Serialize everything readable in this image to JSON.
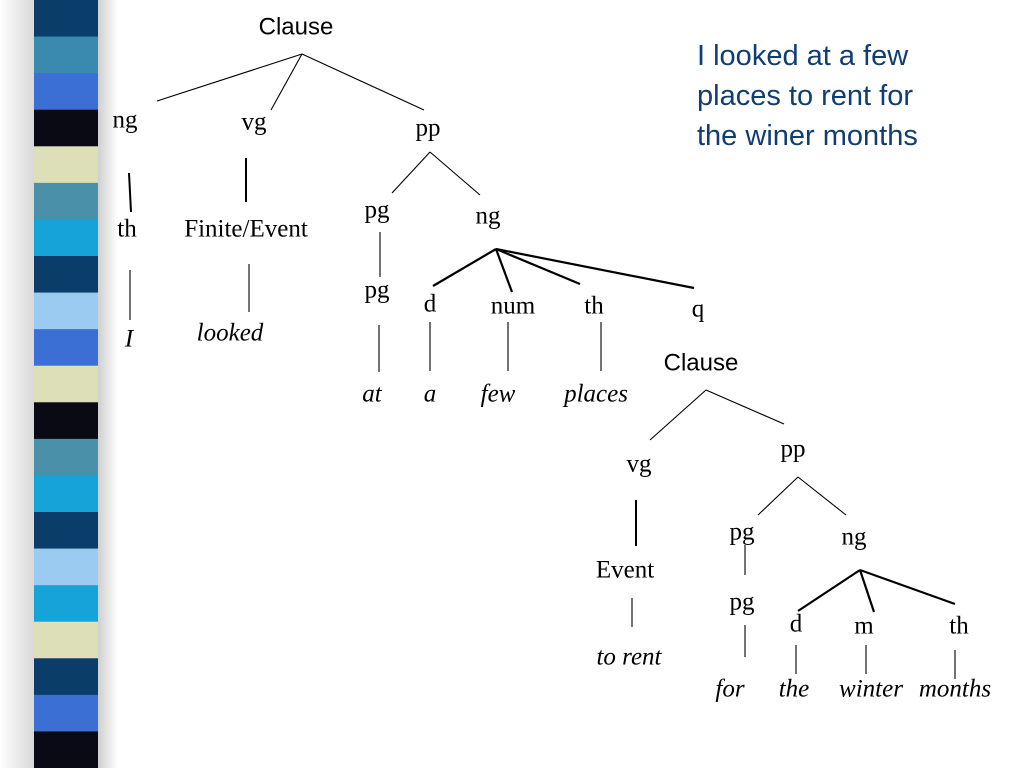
{
  "sentence_lines": [
    "I looked at a few",
    "places to rent for",
    "the winer months"
  ],
  "strip_colors": [
    "#0a3d6a",
    "#3a8ab0",
    "#3b6fd4",
    "#0a0a14",
    "#dddfb8",
    "#4a90a8",
    "#16a4d8",
    "#0a3d6a",
    "#9ccbf2",
    "#3b6fd4",
    "#dddfb8",
    "#0a0a14",
    "#4a90a8",
    "#16a4d8",
    "#0a3d6a",
    "#9ccbf2",
    "#16a4d8",
    "#dddfb8",
    "#0a3d6a",
    "#3b6fd4",
    "#0a0a14"
  ],
  "nodes": [
    {
      "id": "clause-1",
      "text": "Clause",
      "style": "sans"
    },
    {
      "id": "ng-1",
      "text": "ng",
      "style": "serif"
    },
    {
      "id": "vg-1",
      "text": "vg",
      "style": "serif"
    },
    {
      "id": "pp-1",
      "text": "pp",
      "style": "serif"
    },
    {
      "id": "th-1",
      "text": "th",
      "style": "serif"
    },
    {
      "id": "finite-event",
      "text": "Finite/Event",
      "style": "serif"
    },
    {
      "id": "word-I",
      "text": "I",
      "style": "italic"
    },
    {
      "id": "word-looked",
      "text": "looked",
      "style": "italic"
    },
    {
      "id": "pg-1",
      "text": "pg",
      "style": "serif"
    },
    {
      "id": "ng-2",
      "text": "ng",
      "style": "serif"
    },
    {
      "id": "pg-2",
      "text": "pg",
      "style": "serif"
    },
    {
      "id": "d-1",
      "text": "d",
      "style": "serif"
    },
    {
      "id": "num-1",
      "text": "num",
      "style": "serif"
    },
    {
      "id": "th-2",
      "text": "th",
      "style": "serif"
    },
    {
      "id": "q-1",
      "text": "q",
      "style": "serif"
    },
    {
      "id": "word-at",
      "text": "at",
      "style": "italic"
    },
    {
      "id": "word-a",
      "text": "a",
      "style": "italic"
    },
    {
      "id": "word-few",
      "text": "few",
      "style": "italic"
    },
    {
      "id": "word-places",
      "text": "places",
      "style": "italic"
    },
    {
      "id": "clause-2",
      "text": "Clause",
      "style": "sans"
    },
    {
      "id": "vg-2",
      "text": "vg",
      "style": "serif"
    },
    {
      "id": "pp-2",
      "text": "pp",
      "style": "serif"
    },
    {
      "id": "event",
      "text": "Event",
      "style": "serif"
    },
    {
      "id": "pg-3",
      "text": "pg",
      "style": "serif"
    },
    {
      "id": "ng-3",
      "text": "ng",
      "style": "serif"
    },
    {
      "id": "word-to-rent",
      "text": "to rent",
      "style": "italic"
    },
    {
      "id": "pg-4",
      "text": "pg",
      "style": "serif"
    },
    {
      "id": "d-2",
      "text": "d",
      "style": "serif"
    },
    {
      "id": "m-1",
      "text": "m",
      "style": "serif"
    },
    {
      "id": "th-3",
      "text": "th",
      "style": "serif"
    },
    {
      "id": "word-for",
      "text": "for",
      "style": "italic"
    },
    {
      "id": "word-the",
      "text": "the",
      "style": "italic"
    },
    {
      "id": "word-winter",
      "text": "winter",
      "style": "italic"
    },
    {
      "id": "word-months",
      "text": "months",
      "style": "italic"
    }
  ],
  "edges": [
    [
      "clause-1",
      "ng-1"
    ],
    [
      "clause-1",
      "vg-1"
    ],
    [
      "clause-1",
      "pp-1"
    ],
    [
      "ng-1",
      "th-1"
    ],
    [
      "th-1",
      "word-I"
    ],
    [
      "vg-1",
      "finite-event"
    ],
    [
      "finite-event",
      "word-looked"
    ],
    [
      "pp-1",
      "pg-1"
    ],
    [
      "pp-1",
      "ng-2"
    ],
    [
      "pg-1",
      "pg-2"
    ],
    [
      "pg-2",
      "word-at"
    ],
    [
      "ng-2",
      "d-1"
    ],
    [
      "ng-2",
      "num-1"
    ],
    [
      "ng-2",
      "th-2"
    ],
    [
      "ng-2",
      "q-1"
    ],
    [
      "d-1",
      "word-a"
    ],
    [
      "num-1",
      "word-few"
    ],
    [
      "th-2",
      "word-places"
    ],
    [
      "clause-2",
      "vg-2"
    ],
    [
      "clause-2",
      "pp-2"
    ],
    [
      "vg-2",
      "event"
    ],
    [
      "event",
      "word-to-rent"
    ],
    [
      "pp-2",
      "pg-3"
    ],
    [
      "pp-2",
      "ng-3"
    ],
    [
      "pg-3",
      "pg-4"
    ],
    [
      "pg-4",
      "word-for"
    ],
    [
      "ng-3",
      "d-2"
    ],
    [
      "ng-3",
      "m-1"
    ],
    [
      "ng-3",
      "th-3"
    ],
    [
      "d-2",
      "word-the"
    ],
    [
      "m-1",
      "word-winter"
    ],
    [
      "th-3",
      "word-months"
    ]
  ]
}
